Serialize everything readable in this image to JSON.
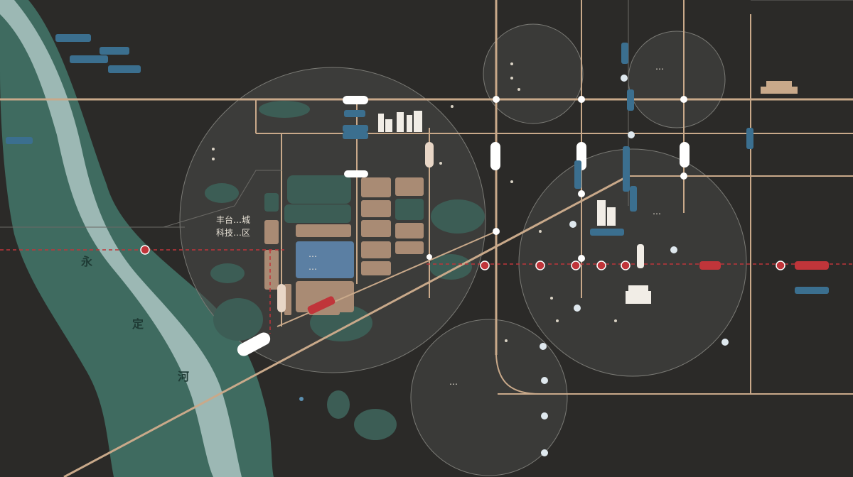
{
  "colors": {
    "background": "#2b2a28",
    "road": "#c9a98a",
    "river_bank": "#3f6b60",
    "river_water": "#9cb8b4",
    "park": "#3c5d55",
    "block": "#a98b74",
    "rail": "#c0353a",
    "circle_fill": "#4a4a48",
    "metro_blue": "#3b6f8f"
  },
  "labels": {
    "river_chars": [
      "永",
      "定",
      "河"
    ],
    "district_left_line1": "丰台…城",
    "district_left_line2": "科技…区",
    "lake_line1": "…",
    "lake_line2": "…",
    "circle_bottom": "…",
    "circle_top_right": "…",
    "circle_right": "…"
  },
  "icons": {
    "metro_station": "metro-marker-icon",
    "rail_station": "rail-station-icon",
    "poi": "poi-pin-icon",
    "building": "tower-building-icon",
    "gate": "landmark-gate-icon",
    "temple": "temple-icon"
  }
}
